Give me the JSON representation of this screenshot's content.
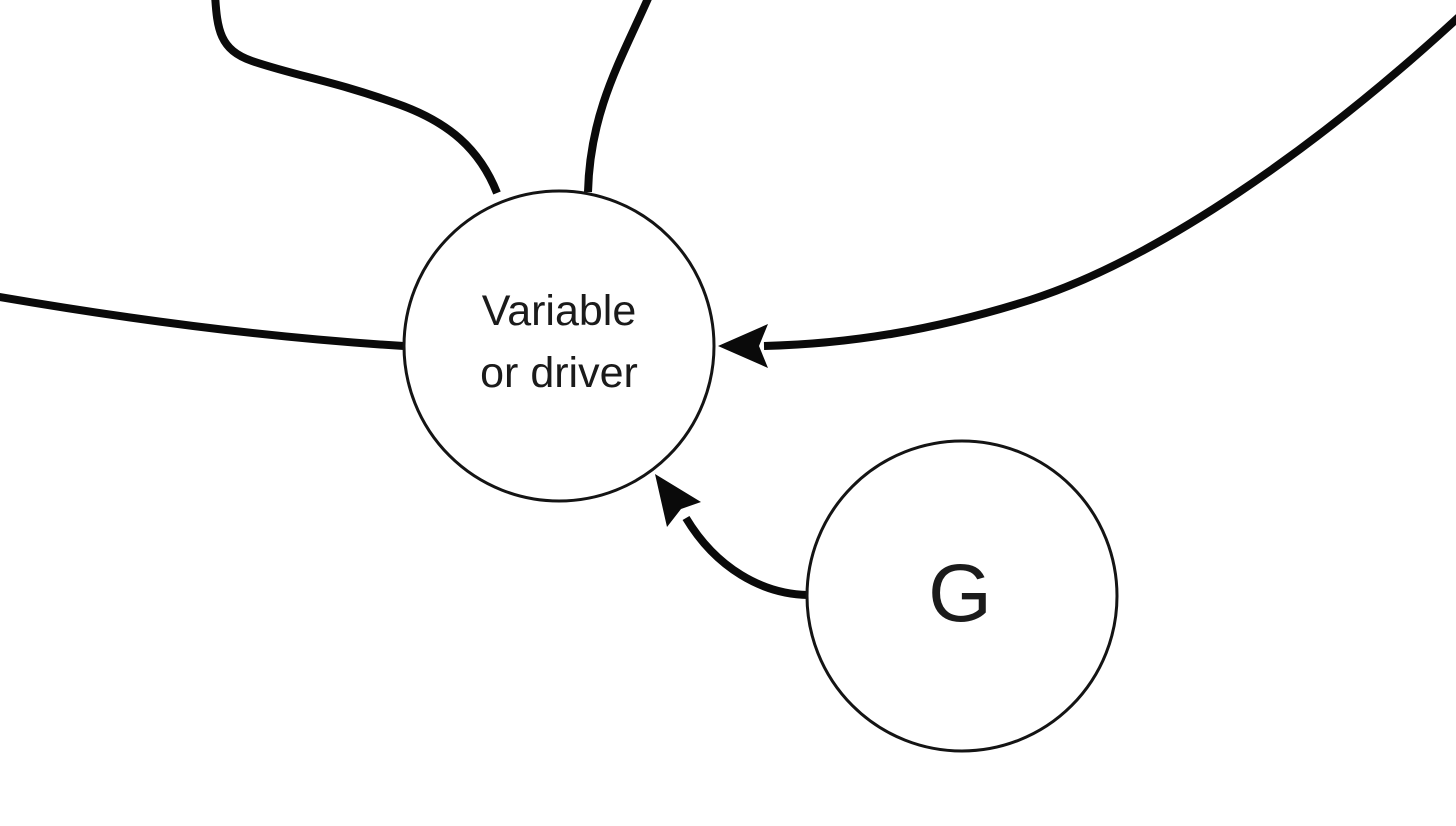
{
  "diagram": {
    "type": "causal-loop-diagram-fragment",
    "background_color": "#ffffff",
    "line_color": "#0a0a0a",
    "text_color": "#1b1b1b",
    "nodes": [
      {
        "id": "variable-or-driver",
        "label_line1": "Variable",
        "label_line2": "or driver"
      },
      {
        "id": "g",
        "label": "G"
      }
    ],
    "edges": [
      {
        "id": "edge-top-left-into-variable",
        "from": "offscreen-top-left",
        "to": "variable-or-driver",
        "arrowhead_visible": false
      },
      {
        "id": "edge-top-into-variable",
        "from": "offscreen-top",
        "to": "variable-or-driver",
        "arrowhead_visible": false
      },
      {
        "id": "edge-left-into-variable",
        "from": "offscreen-left",
        "to": "variable-or-driver",
        "arrowhead_visible": false
      },
      {
        "id": "edge-right-into-variable",
        "from": "offscreen-top-right",
        "to": "variable-or-driver",
        "arrowhead_visible": true
      },
      {
        "id": "edge-g-to-variable",
        "from": "g",
        "to": "variable-or-driver",
        "arrowhead_visible": true
      }
    ]
  }
}
